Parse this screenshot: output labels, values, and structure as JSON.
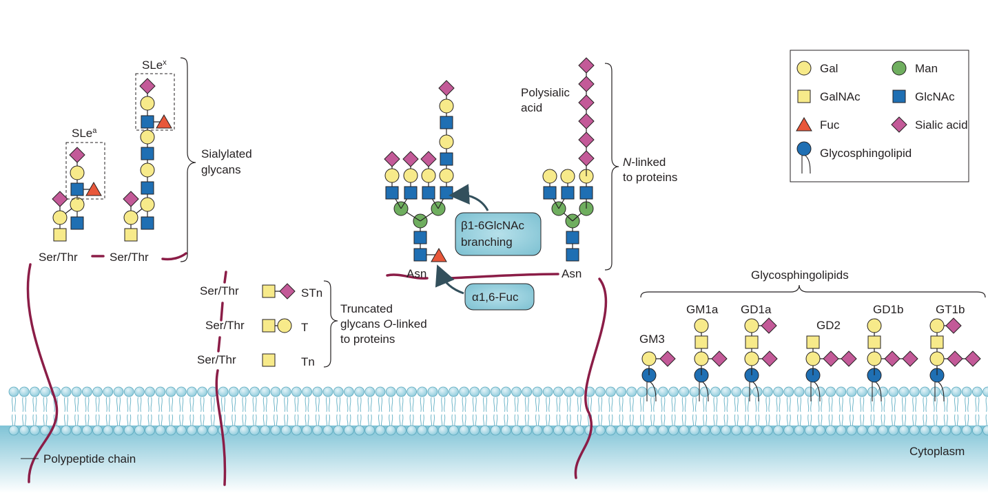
{
  "legend": {
    "items": [
      {
        "shape": "circle",
        "color": "#f7ea8a",
        "label": "Gal"
      },
      {
        "shape": "circle",
        "color": "#6fae5f",
        "label": "Man"
      },
      {
        "shape": "square",
        "color": "#f7ea8a",
        "label": "GalNAc"
      },
      {
        "shape": "square",
        "color": "#1f6fb3",
        "label": "GlcNAc"
      },
      {
        "shape": "triangle",
        "color": "#e8573a",
        "label": "Fuc"
      },
      {
        "shape": "diamond",
        "color": "#c35a98",
        "label": "Sialic acid"
      },
      {
        "shape": "lollipop",
        "color": "#1f6fb3",
        "label": "Glycosphingolipid"
      }
    ]
  },
  "sialylated": {
    "sle_a": "SLe",
    "sle_a_sup": "a",
    "sle_x": "SLe",
    "sle_x_sup": "x",
    "group_label_1": "Sialylated",
    "group_label_2": "glycans",
    "anchor_1": "Ser/Thr",
    "anchor_2": "Ser/Thr"
  },
  "truncated": {
    "rows": [
      {
        "anchor": "Ser/Thr",
        "name": "STn"
      },
      {
        "anchor": "Ser/Thr",
        "name": "T"
      },
      {
        "anchor": "Ser/Thr",
        "name": "Tn"
      }
    ],
    "group_label_1": "Truncated",
    "group_label_2_pre": "glycans ",
    "group_label_2_italic": "O",
    "group_label_2_post": "-linked",
    "group_label_3": "to proteins"
  },
  "nlinked": {
    "anchor_1": "Asn",
    "anchor_2": "Asn",
    "callout_branching_1": "β1-6GlcNAc",
    "callout_branching_2": "branching",
    "callout_fuc": "α1,6-Fuc",
    "polysialic_1": "Polysialic",
    "polysialic_2": "acid",
    "group_label_1_italic": "N",
    "group_label_1_post": "-linked",
    "group_label_2": "to proteins"
  },
  "glycosphingolipids": {
    "title": "Glycosphingolipids",
    "species": [
      "GM3",
      "GM1a",
      "GD1a",
      "GD2",
      "GD1b",
      "GT1b"
    ]
  },
  "membrane": {
    "polypeptide_label": "Polypeptide chain",
    "cytoplasm_label": "Cytoplasm"
  },
  "colors": {
    "gal": "#f7ea8a",
    "man": "#6fae5f",
    "glcnac": "#1f6fb3",
    "fuc": "#e8573a",
    "sialic": "#c35a98",
    "chain": "#8b1d47",
    "lipid_head": "#b4dde9",
    "callout": "#8fcbd9"
  }
}
